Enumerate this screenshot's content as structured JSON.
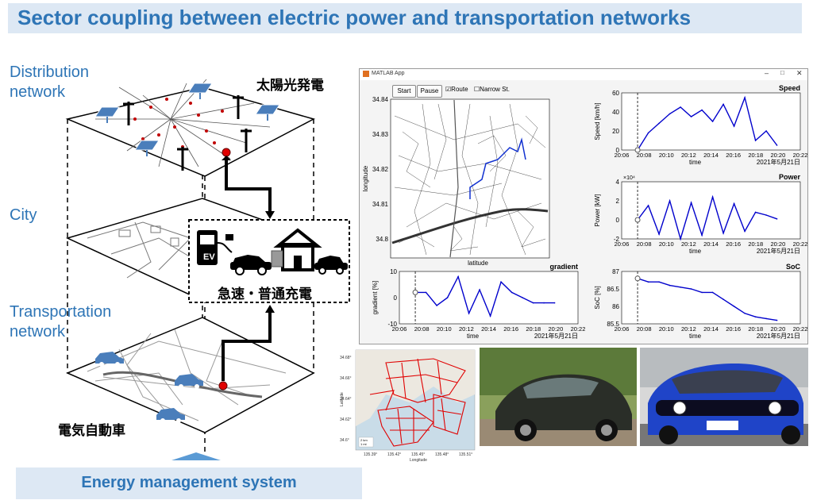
{
  "header": {
    "title": "Sector coupling between electric power and transportation networks"
  },
  "left": {
    "distribution_label": "Distribution\nnetwork",
    "city_label": "City",
    "transport_label": "Transportation\nnetwork",
    "solar_label": "太陽光発電",
    "ev_label": "電気自動車",
    "charging_label": "急速・普通充電",
    "ev_sign": "EV"
  },
  "footer": {
    "ems_label": "Energy management system"
  },
  "app": {
    "window_title": "MATLAB App",
    "start": "Start",
    "pause": "Pause",
    "route": "Route",
    "narrow": "Narrow St.",
    "map_xlabel": "latitude",
    "map_ylabel": "longitude",
    "map_yticks": [
      "34.84",
      "34.83",
      "34.82",
      "34.81",
      "34.8"
    ],
    "time_ticks": [
      "20:06",
      "20:08",
      "20:10",
      "20:12",
      "20:14",
      "20:16",
      "20:18",
      "20:20",
      "20:22"
    ],
    "time_label": "time",
    "date": "2021年5月21日",
    "speed": {
      "title": "Speed",
      "ylabel": "Speed [km/h]",
      "yticks": [
        "60",
        "40",
        "20",
        "0"
      ]
    },
    "power": {
      "title": "Power",
      "ylabel": "Power [kW]",
      "exp": "×10⁴",
      "yticks": [
        "4",
        "2",
        "0",
        "-2"
      ]
    },
    "gradient": {
      "title": "gradient",
      "ylabel": "gradient [%]",
      "yticks": [
        "10",
        "0",
        "-10"
      ]
    },
    "soc": {
      "title": "SoC",
      "ylabel": "SoC [%]",
      "yticks": [
        "87",
        "86.5",
        "86",
        "85.5"
      ]
    }
  },
  "small_map": {
    "yticks": [
      "34.68°",
      "34.66°",
      "34.64°",
      "34.62°",
      "34.6°"
    ],
    "xticks": [
      "135.39°",
      "135.42°",
      "135.45°",
      "135.48°",
      "135.51°"
    ],
    "xlabel": "Longitude",
    "ylabel": "Latitude",
    "scale_km": "2 km",
    "scale_mi": "1 mi"
  },
  "chart_data": [
    {
      "type": "line",
      "title": "Speed",
      "xlabel": "time",
      "ylabel": "Speed [km/h]",
      "ylim": [
        0,
        60
      ],
      "x": [
        "20:07",
        "20:08",
        "20:09",
        "20:10",
        "20:11",
        "20:12",
        "20:13",
        "20:14",
        "20:15",
        "20:16",
        "20:17",
        "20:18",
        "20:19",
        "20:20"
      ],
      "values": [
        0,
        18,
        28,
        38,
        45,
        35,
        42,
        30,
        48,
        25,
        55,
        10,
        20,
        5
      ]
    },
    {
      "type": "line",
      "title": "Power",
      "xlabel": "time",
      "ylabel": "Power [kW]",
      "ylim": [
        -2,
        4
      ],
      "x": [
        "20:07",
        "20:08",
        "20:09",
        "20:10",
        "20:11",
        "20:12",
        "20:13",
        "20:14",
        "20:15",
        "20:16",
        "20:17",
        "20:18",
        "20:19",
        "20:20"
      ],
      "values": [
        0,
        1.5,
        -1.5,
        2.0,
        -2.0,
        1.8,
        -1.6,
        2.4,
        -1.4,
        1.7,
        -1.2,
        0.8,
        0.5,
        0.1
      ]
    },
    {
      "type": "line",
      "title": "gradient",
      "xlabel": "time",
      "ylabel": "gradient [%]",
      "ylim": [
        -10,
        10
      ],
      "x": [
        "20:07",
        "20:08",
        "20:09",
        "20:10",
        "20:11",
        "20:12",
        "20:13",
        "20:14",
        "20:15",
        "20:16",
        "20:17",
        "20:18",
        "20:19",
        "20:20"
      ],
      "values": [
        2,
        2,
        -3,
        0,
        8,
        -6,
        3,
        -7,
        6,
        2,
        0,
        -2,
        -2,
        -2
      ]
    },
    {
      "type": "line",
      "title": "SoC",
      "xlabel": "time",
      "ylabel": "SoC [%]",
      "ylim": [
        85.5,
        87
      ],
      "x": [
        "20:07",
        "20:08",
        "20:09",
        "20:10",
        "20:11",
        "20:12",
        "20:13",
        "20:14",
        "20:15",
        "20:16",
        "20:17",
        "20:18",
        "20:19",
        "20:20"
      ],
      "values": [
        86.8,
        86.7,
        86.7,
        86.6,
        86.55,
        86.5,
        86.4,
        86.4,
        86.2,
        86.0,
        85.8,
        85.7,
        85.65,
        85.6
      ]
    }
  ]
}
